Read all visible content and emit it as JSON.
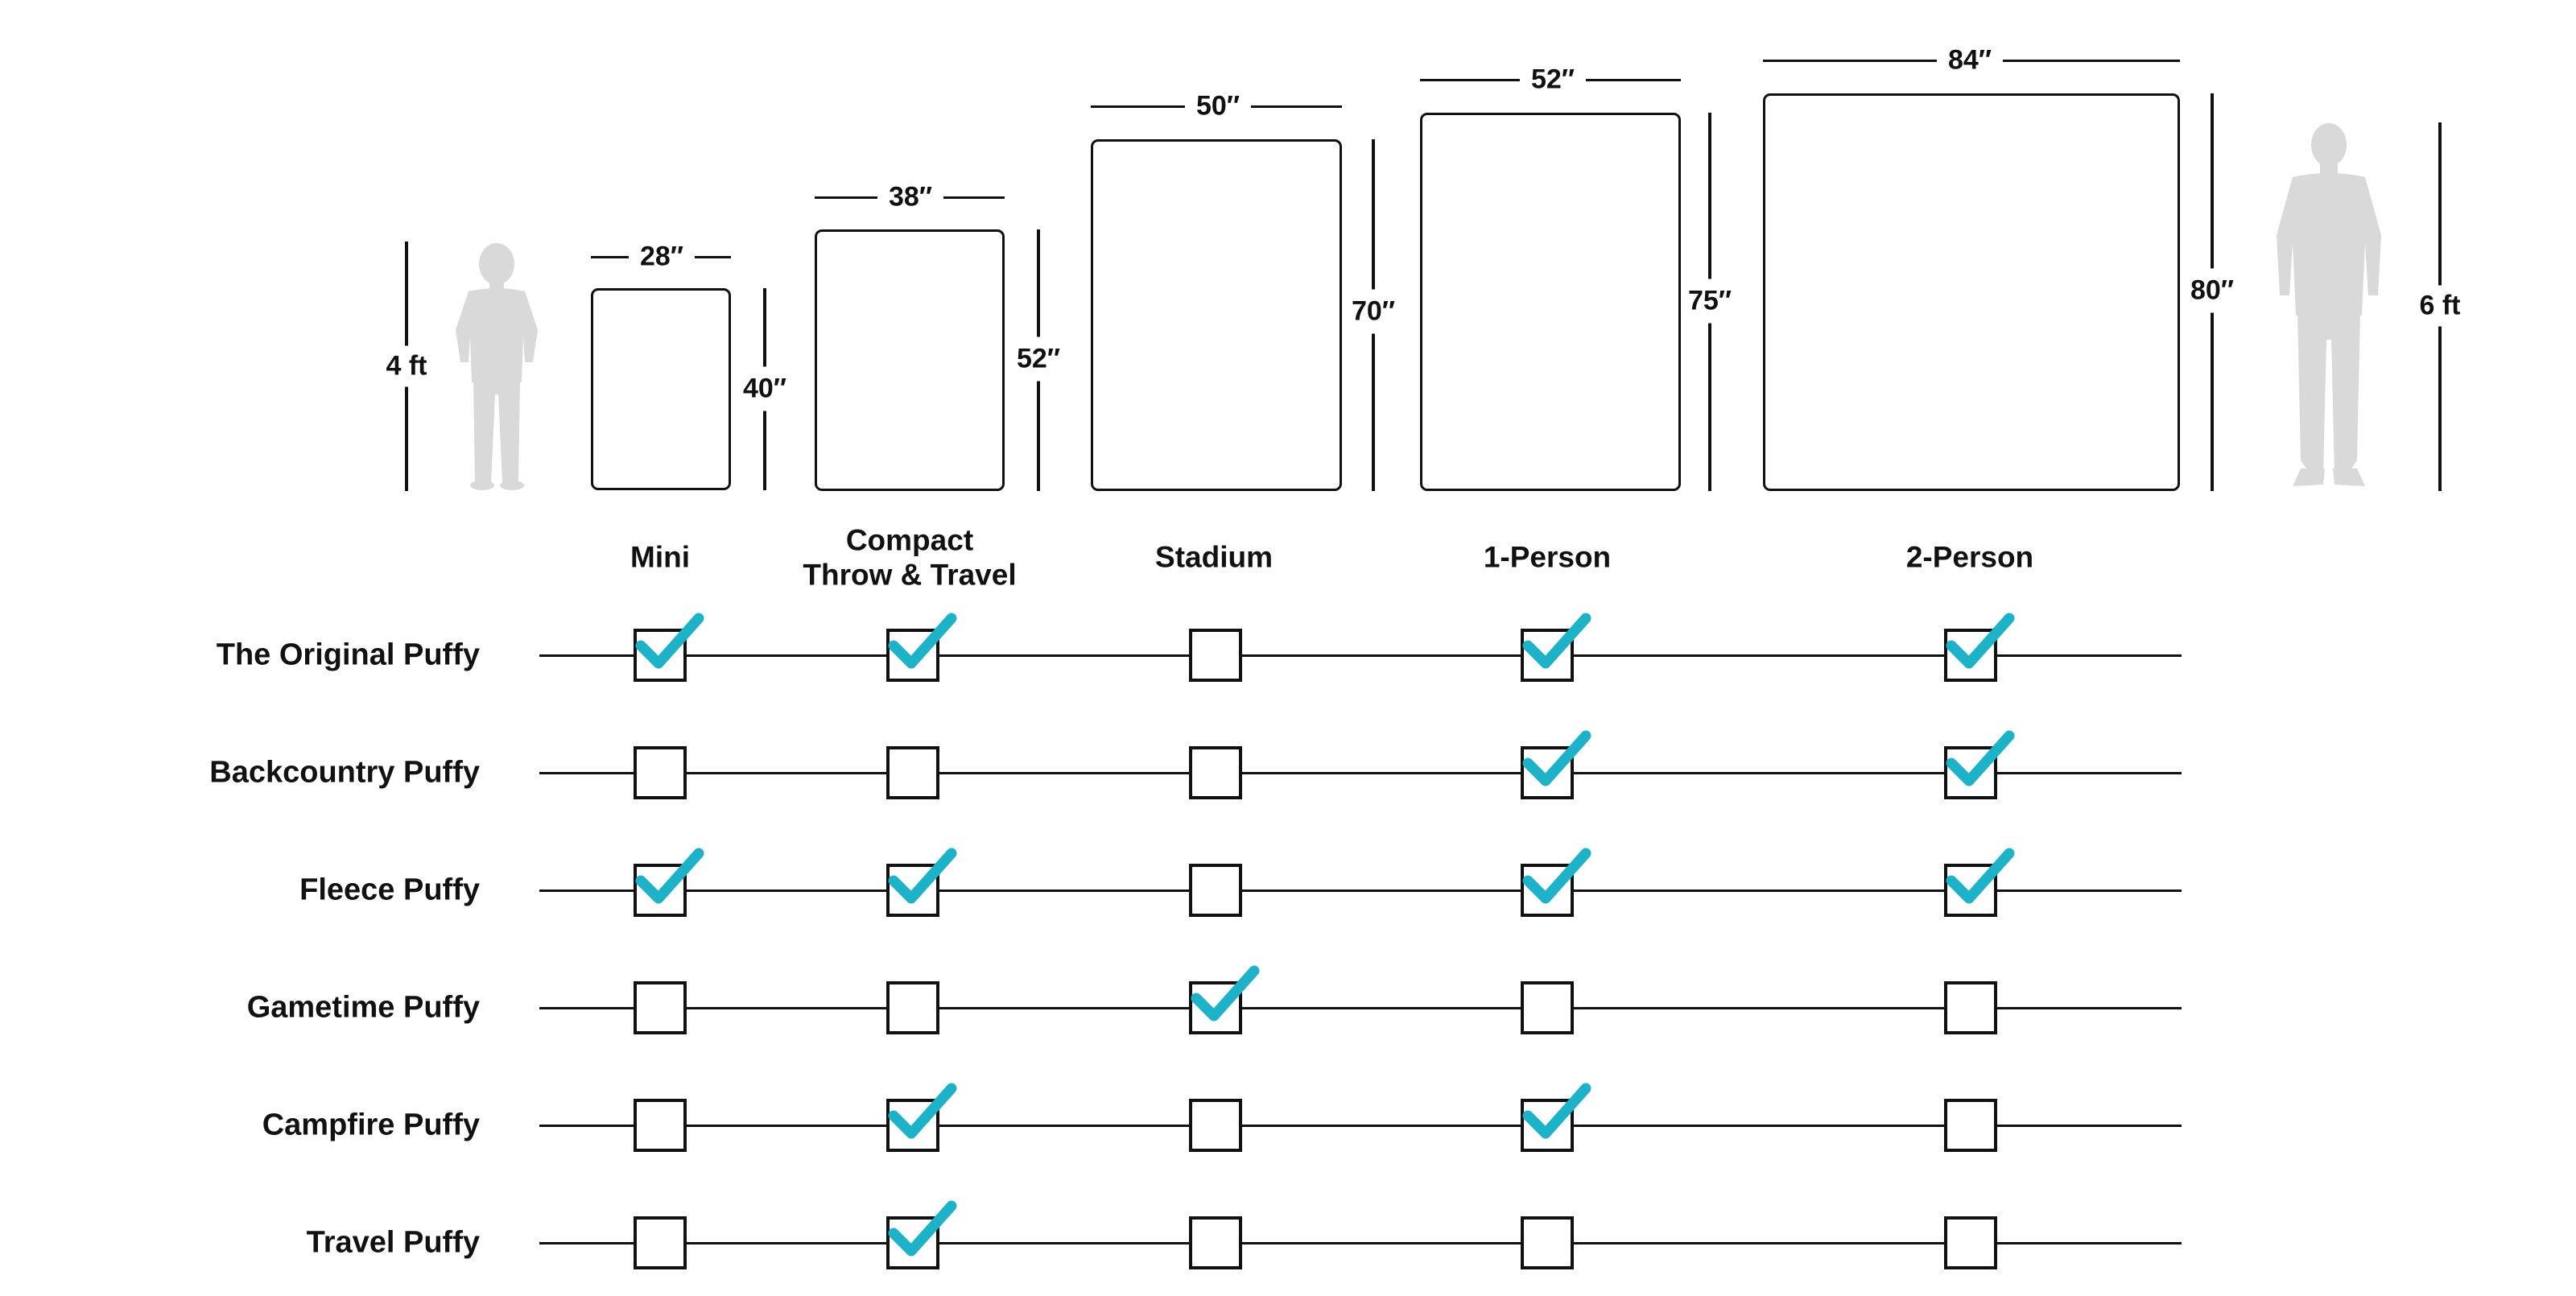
{
  "colors": {
    "check": "#1cb3c8",
    "figure": "#d9d9d9",
    "line": "#111111"
  },
  "kid": {
    "label": "4 ft",
    "icon": "child-silhouette-icon"
  },
  "adult": {
    "label": "6 ft",
    "icon": "adult-silhouette-icon"
  },
  "sizes": [
    {
      "key": "mini",
      "width_label": "28″",
      "height_label": "40″",
      "label": "Mini"
    },
    {
      "key": "compact",
      "width_label": "38″",
      "height_label": "52″",
      "label_line1": "Compact",
      "label_line2": "Throw & Travel"
    },
    {
      "key": "stadium",
      "width_label": "50″",
      "height_label": "70″",
      "label": "Stadium"
    },
    {
      "key": "one_person",
      "width_label": "52″",
      "height_label": "75″",
      "label": "1-Person"
    },
    {
      "key": "two_person",
      "width_label": "84″",
      "height_label": "80″",
      "label": "2-Person"
    }
  ],
  "products": [
    {
      "name": "The Original Puffy",
      "availability": [
        true,
        true,
        false,
        true,
        true
      ]
    },
    {
      "name": "Backcountry Puffy",
      "availability": [
        false,
        false,
        false,
        true,
        true
      ]
    },
    {
      "name": "Fleece Puffy",
      "availability": [
        true,
        true,
        false,
        true,
        true
      ]
    },
    {
      "name": "Gametime Puffy",
      "availability": [
        false,
        false,
        true,
        false,
        false
      ]
    },
    {
      "name": "Campfire Puffy",
      "availability": [
        false,
        true,
        false,
        true,
        false
      ]
    },
    {
      "name": "Travel Puffy",
      "availability": [
        false,
        true,
        false,
        false,
        false
      ]
    }
  ]
}
